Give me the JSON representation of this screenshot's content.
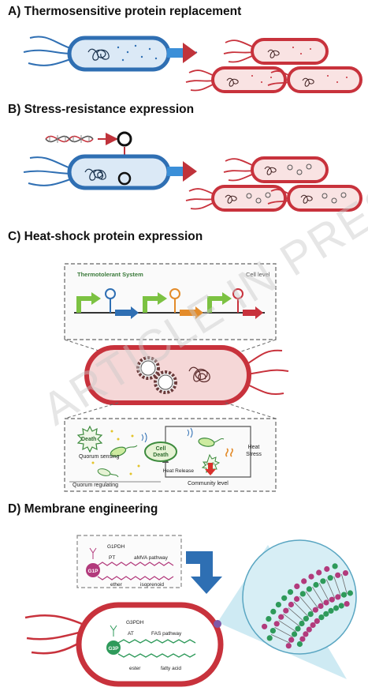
{
  "panels": {
    "a": {
      "heading": "A) Thermosensitive protein replacement"
    },
    "b": {
      "heading": "B) Stress-resistance expression"
    },
    "c": {
      "heading": "C) Heat-shock protein expression",
      "system_label": "Thermotolerant System",
      "cell_level_label": "Cell level",
      "death_label": "Death",
      "quorum_sensing_label": "Quorum sensing",
      "quorum_regulating_label": "Quorum regulating",
      "cell_death_line1": "Cell",
      "cell_death_line2": "Death",
      "heat_stress_line1": "Heat",
      "heat_stress_line2": "Stress",
      "heat_release_label": "Heat Release",
      "community_level_label": "Community level",
      "death_small_label": "Death"
    },
    "d": {
      "heading": "D) Membrane engineering",
      "g1pdh_label": "G1PDH",
      "pt_label": "PT",
      "amva_label": "aMVA pathway",
      "g1p_label": "G1P",
      "ether_label": "ether",
      "isoprenoid_label": "isoprenoid",
      "g3pdh_label": "G3PDH",
      "at_label": "AT",
      "fas_label": "FAS pathway",
      "g3p_label": "G3P",
      "ester_label": "ester",
      "fatty_acid_label": "fatty acid"
    }
  },
  "watermark": "ARTICLE IN PRESS",
  "colors": {
    "blue_cell": "#2f6fb3",
    "red_cell": "#c8323c",
    "arrow_blue": "#3b8fd8",
    "arrow_red": "#c0333b",
    "green": "#7cc242",
    "lipid_pink": "#b23a7c",
    "lipid_green": "#2e9a5a"
  }
}
